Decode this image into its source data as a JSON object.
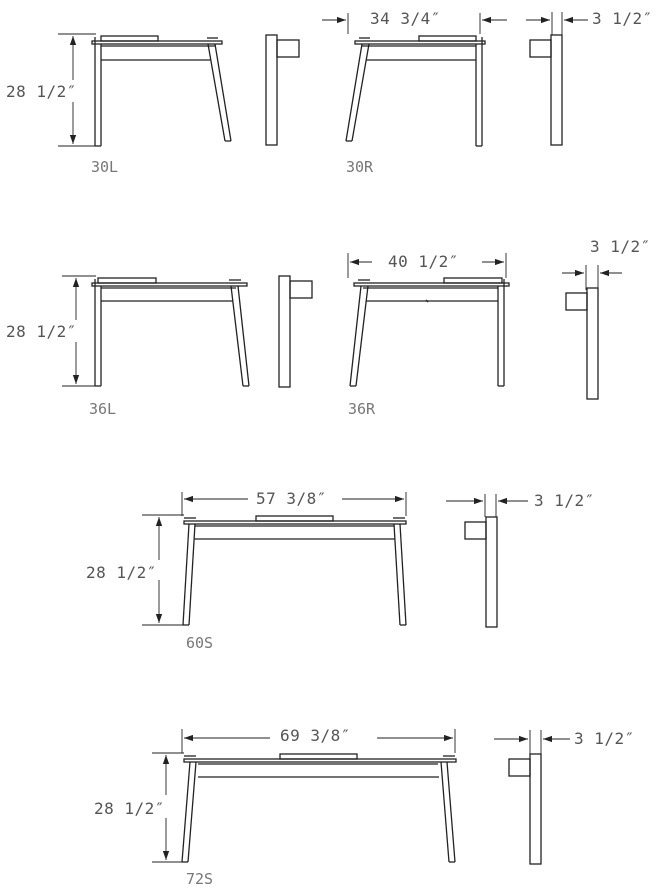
{
  "colors": {
    "line": "#222222",
    "text": "#555555",
    "label": "#777777"
  },
  "rows": [
    {
      "models": [
        "30L",
        "30R"
      ],
      "height": "28 1/2″",
      "width": "34 3/4″",
      "depth": "3 1/2″"
    },
    {
      "models": [
        "36L",
        "36R"
      ],
      "height": "28 1/2″",
      "width": "40 1/2″",
      "depth": "3 1/2″"
    },
    {
      "models": [
        "60S"
      ],
      "height": "28 1/2″",
      "width": "57 3/8″",
      "depth": "3 1/2″"
    },
    {
      "models": [
        "72S"
      ],
      "height": "28 1/2″",
      "width": "69 3/8″",
      "depth": "3 1/2″"
    }
  ]
}
